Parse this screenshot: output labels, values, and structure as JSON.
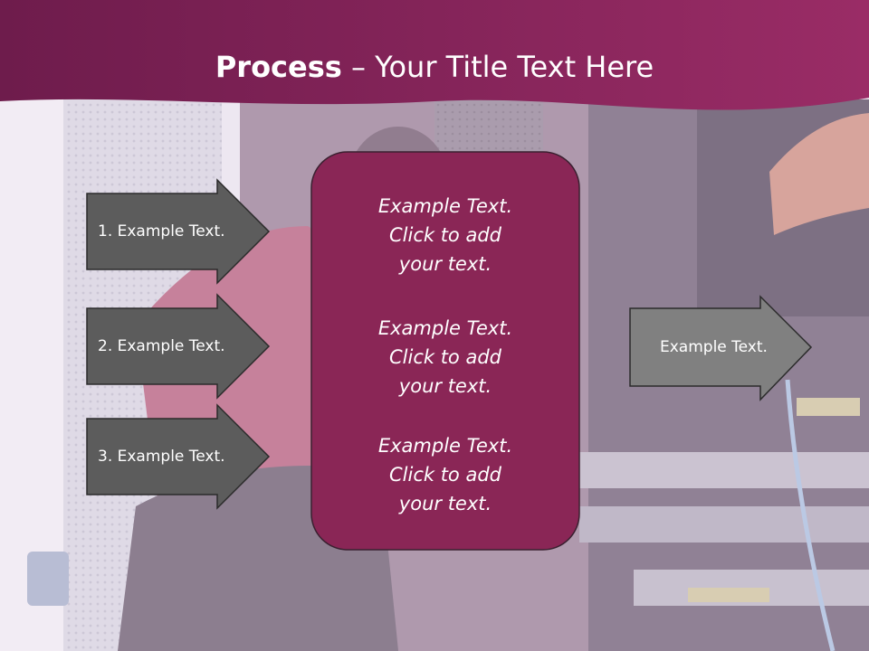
{
  "title": {
    "bold": "Process",
    "separator": " – ",
    "rest": "Your Title Text Here"
  },
  "left_arrows": [
    {
      "label": "1. Example Text."
    },
    {
      "label": "2. Example Text."
    },
    {
      "label": "3. Example Text."
    }
  ],
  "center_box": {
    "blocks": [
      {
        "line1": "Example Text.",
        "line2": "Click  to add",
        "line3": "your text."
      },
      {
        "line1": "Example Text.",
        "line2": "Click  to add",
        "line3": "your text."
      },
      {
        "line1": "Example Text.",
        "line2": "Click  to add",
        "line3": "your text."
      }
    ]
  },
  "right_arrow": {
    "label": "Example Text."
  },
  "colors": {
    "header": "#7a1f55",
    "center_box": "#8a2656",
    "left_arrow": "#5c5c5c",
    "right_arrow": "#808080",
    "text": "#ffffff"
  }
}
